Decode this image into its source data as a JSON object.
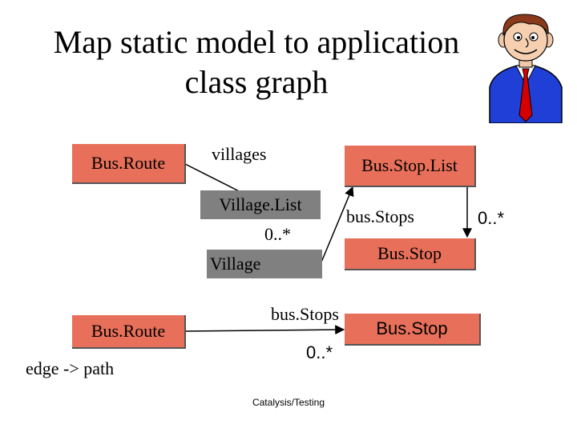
{
  "title_line1": "Map static model to application",
  "title_line2": "class graph",
  "top": {
    "bus_route": "Bus.Route",
    "villages": "villages",
    "bus_stop_list": "Bus.Stop.List",
    "village_list": "Village.List",
    "village_mult": "0..*",
    "village": "Village",
    "bus_stops": "bus.Stops",
    "bus_stop": "Bus.Stop",
    "stop_mult": "0..*"
  },
  "bottom": {
    "bus_route": "Bus.Route",
    "bus_stops": "bus.Stops",
    "bus_stop": "Bus.Stop",
    "mult": "0..*",
    "edge_note": "edge -> path"
  },
  "footer": "Catalysis/Testing",
  "colors": {
    "red_box": "#e8705a",
    "gray_box": "#808080",
    "tie": "#d40000",
    "jacket": "#1f3fd6"
  },
  "icons": [
    "cartoon-man-icon"
  ]
}
